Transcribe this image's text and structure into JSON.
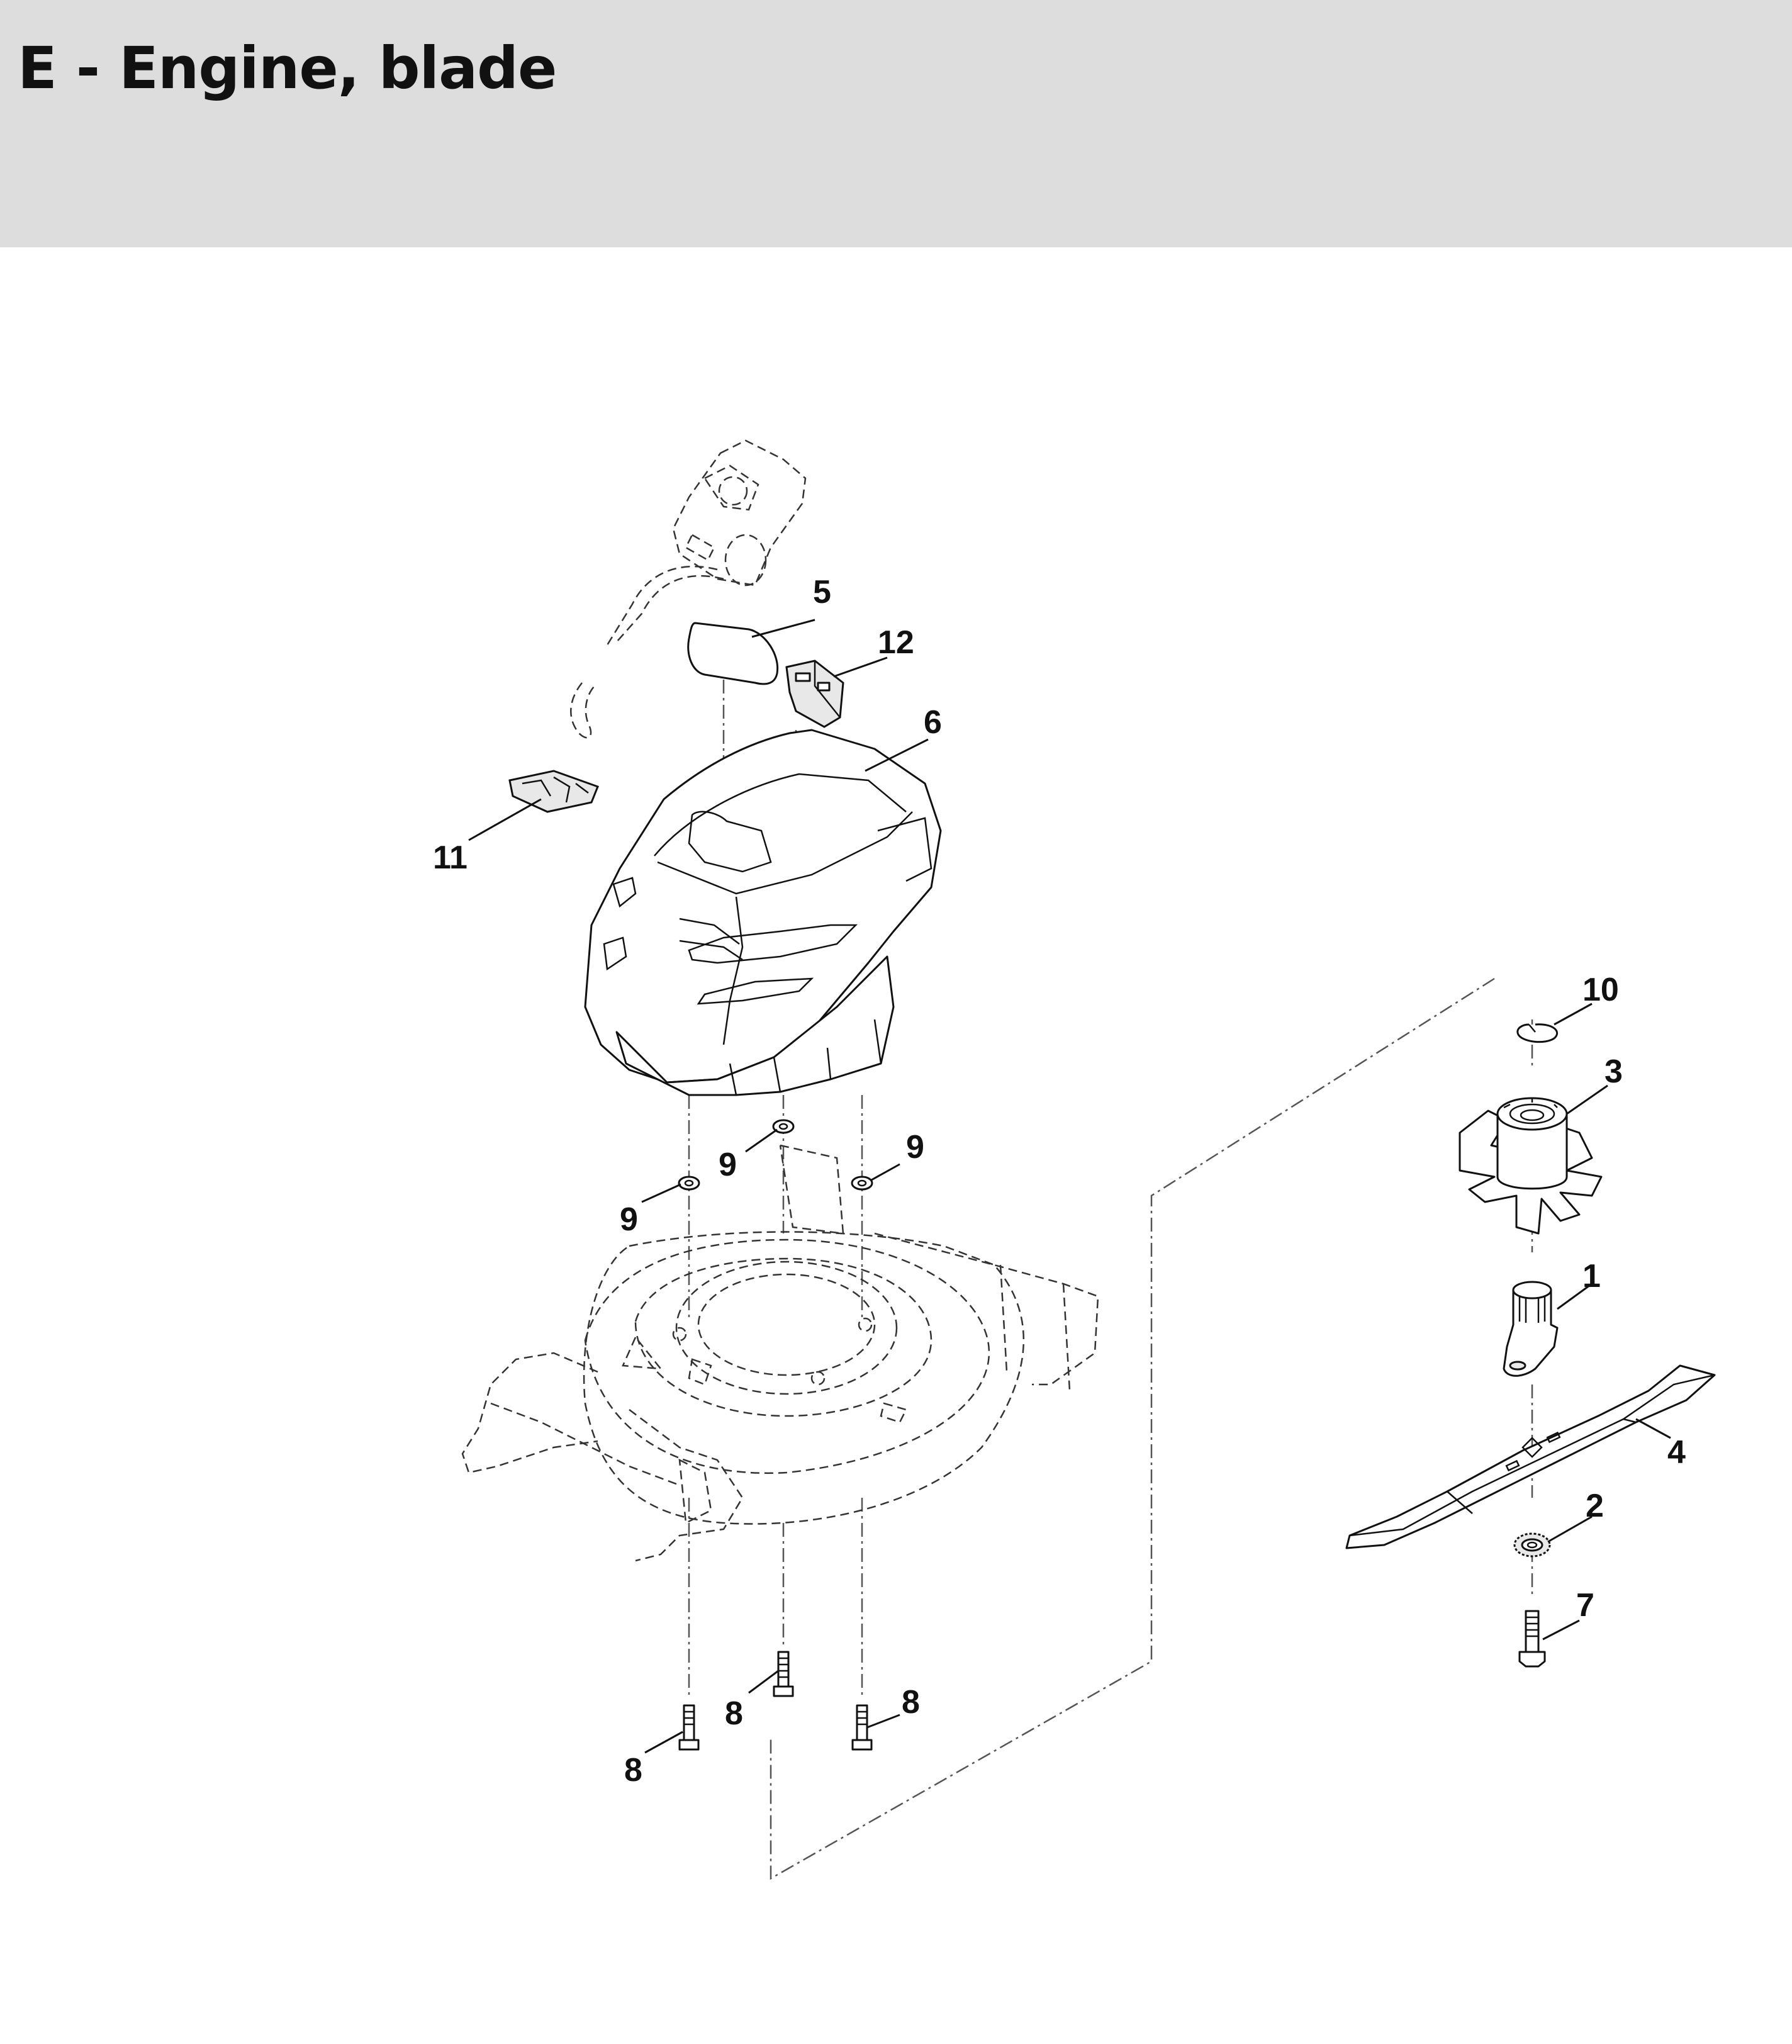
{
  "title": "E - Engine, blade",
  "colors": {
    "header_bg": "#dcdddc",
    "ink": "#111111",
    "background": "#ffffff"
  },
  "callouts": {
    "c1": "1",
    "c2": "2",
    "c3": "3",
    "c4": "4",
    "c5": "5",
    "c6": "6",
    "c7": "7",
    "c8a": "8",
    "c8b": "8",
    "c8c": "8",
    "c9a": "9",
    "c9b": "9",
    "c9c": "9",
    "c10": "10",
    "c11": "11",
    "c12": "12"
  }
}
